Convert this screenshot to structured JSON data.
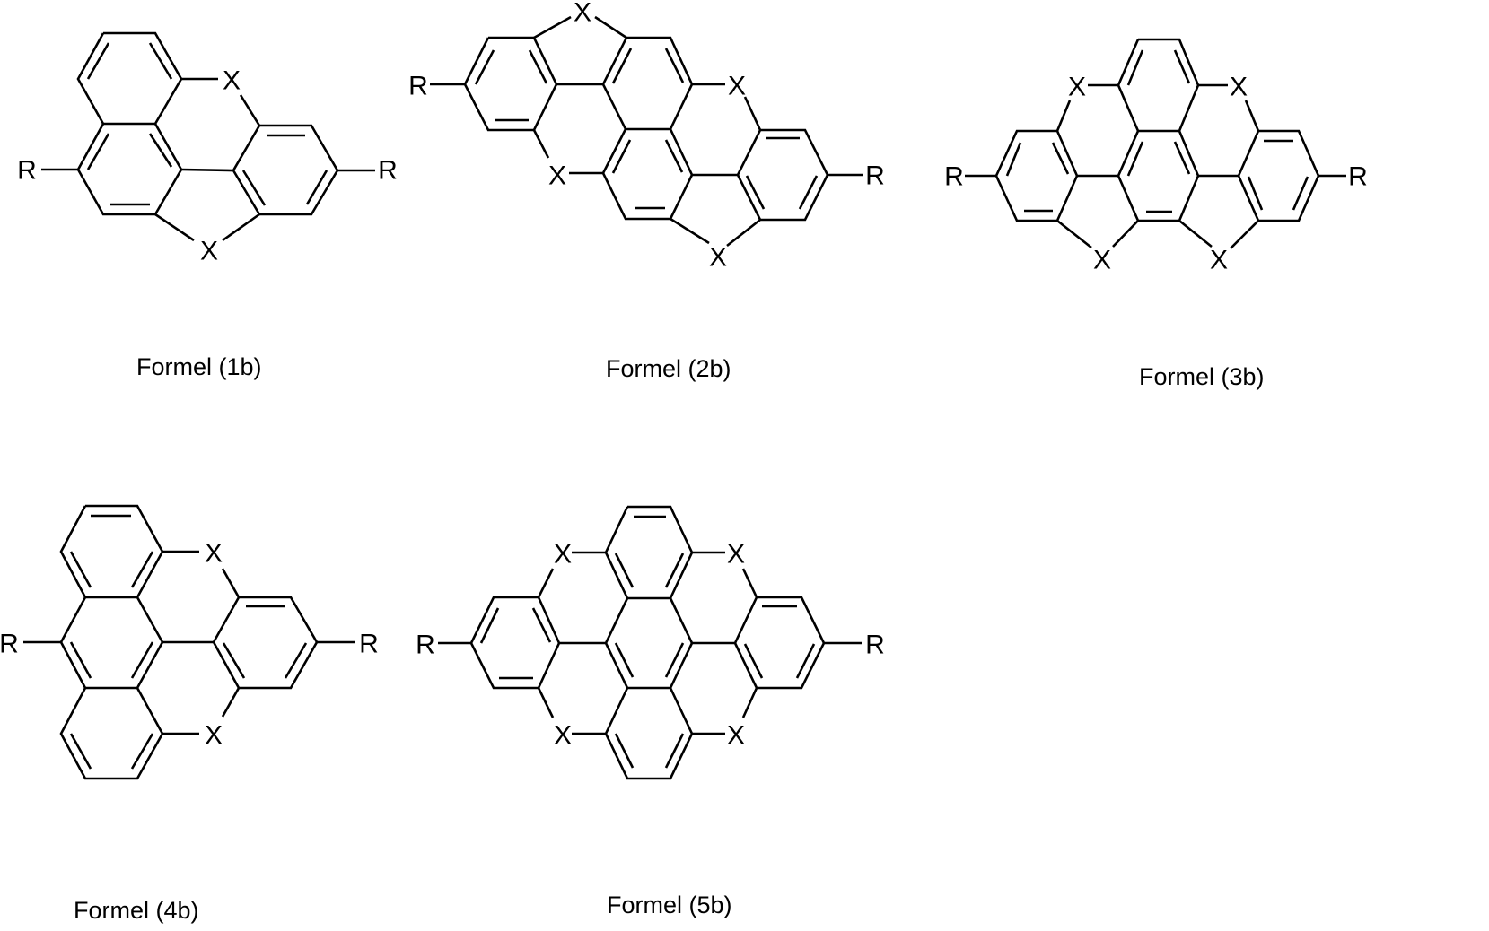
{
  "page": {
    "background": "#ffffff",
    "ink": "#000000"
  },
  "atoms": {
    "substituent": "R",
    "heteroatom": "X"
  },
  "formulas": [
    {
      "id": "1b",
      "caption": "Formel (1b)",
      "r_count": 2,
      "x_count": 2
    },
    {
      "id": "2b",
      "caption": "Formel (2b)",
      "r_count": 2,
      "x_count": 4
    },
    {
      "id": "3b",
      "caption": "Formel (3b)",
      "r_count": 2,
      "x_count": 4
    },
    {
      "id": "4b",
      "caption": "Formel (4b)",
      "r_count": 2,
      "x_count": 2
    },
    {
      "id": "5b",
      "caption": "Formel (5b)",
      "r_count": 2,
      "x_count": 4
    }
  ]
}
